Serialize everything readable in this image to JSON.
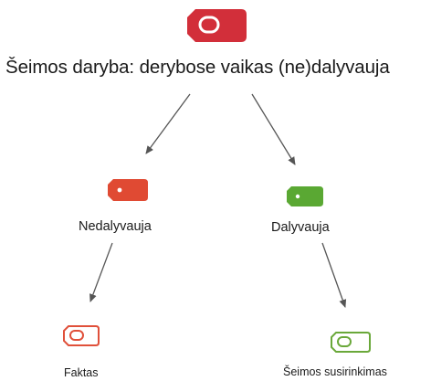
{
  "diagram": {
    "root": {
      "label": "Šeimos daryba: derybose vaikas (ne)dalyvauja",
      "tag_color": "#d22f3a",
      "icon": "tag-icon"
    },
    "nodes": [
      {
        "id": "nedalyvauja",
        "label": "Nedalyvauja",
        "tag_color": "#e04a33",
        "icon": "tag-icon"
      },
      {
        "id": "dalyvauja",
        "label": "Dalyvauja",
        "tag_color": "#5aa833",
        "icon": "tag-icon"
      },
      {
        "id": "faktas",
        "label": "Faktas",
        "tag_color": "#e0503a",
        "tag_style": "outline",
        "icon": "tag-outline-icon"
      },
      {
        "id": "seimos-susirinkimas",
        "label": "Šeimos susirinkimas",
        "tag_color": "#6aa83a",
        "tag_style": "outline",
        "icon": "tag-outline-icon"
      }
    ],
    "edges": [
      {
        "from": "root",
        "to": "nedalyvauja"
      },
      {
        "from": "root",
        "to": "dalyvauja"
      },
      {
        "from": "nedalyvauja",
        "to": "faktas"
      },
      {
        "from": "dalyvauja",
        "to": "seimos-susirinkimas"
      }
    ],
    "arrow_color": "#555555"
  }
}
